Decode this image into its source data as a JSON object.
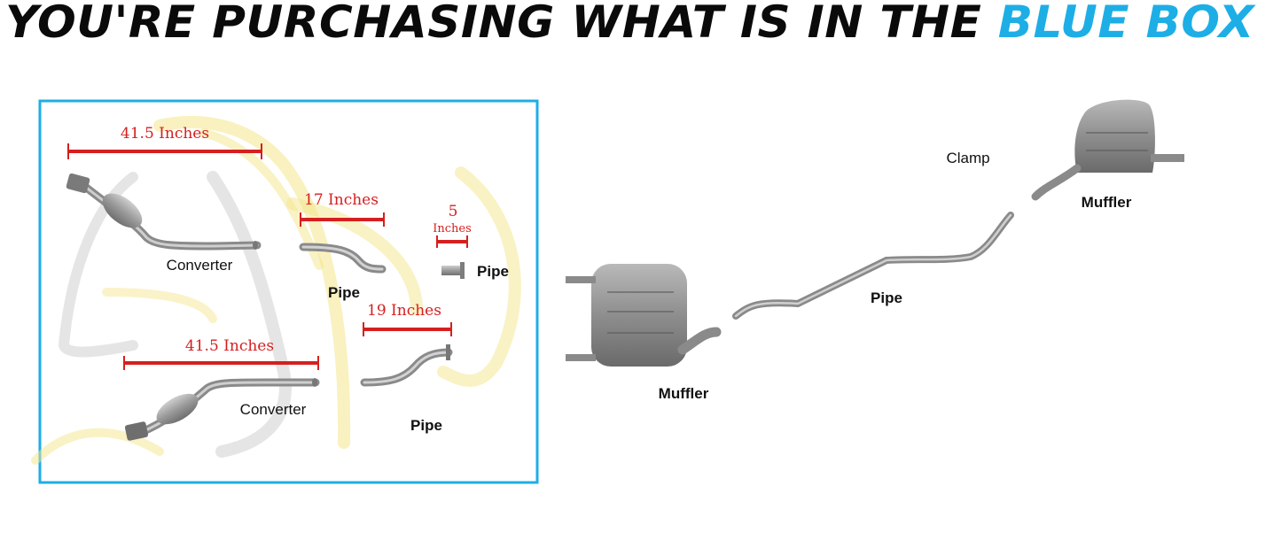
{
  "headline": {
    "prefix": "YOU'RE PURCHASING WHAT IS IN THE",
    "highlight": "BLUE BOX",
    "highlight_color": "#1eaee6"
  },
  "colors": {
    "box_border": "#1eaee6",
    "measure_red": "#d61f1f",
    "watermark_gold": "#f2e27a"
  },
  "blue_box": {
    "measurements": {
      "converter_top": "41.5 Inches",
      "pipe_17": "17 Inches",
      "pipe_5_number": "5",
      "pipe_5_unit": "Inches",
      "pipe_19": "19 Inches",
      "converter_bottom": "41.5 Inches"
    },
    "labels": {
      "converter_top": "Converter",
      "pipe_middle": "Pipe",
      "pipe_short": "Pipe",
      "converter_bottom": "Converter",
      "pipe_bottom": "Pipe"
    }
  },
  "outside": {
    "labels": {
      "muffler_left": "Muffler",
      "pipe": "Pipe",
      "clamp": "Clamp",
      "muffler_right": "Muffler"
    }
  }
}
